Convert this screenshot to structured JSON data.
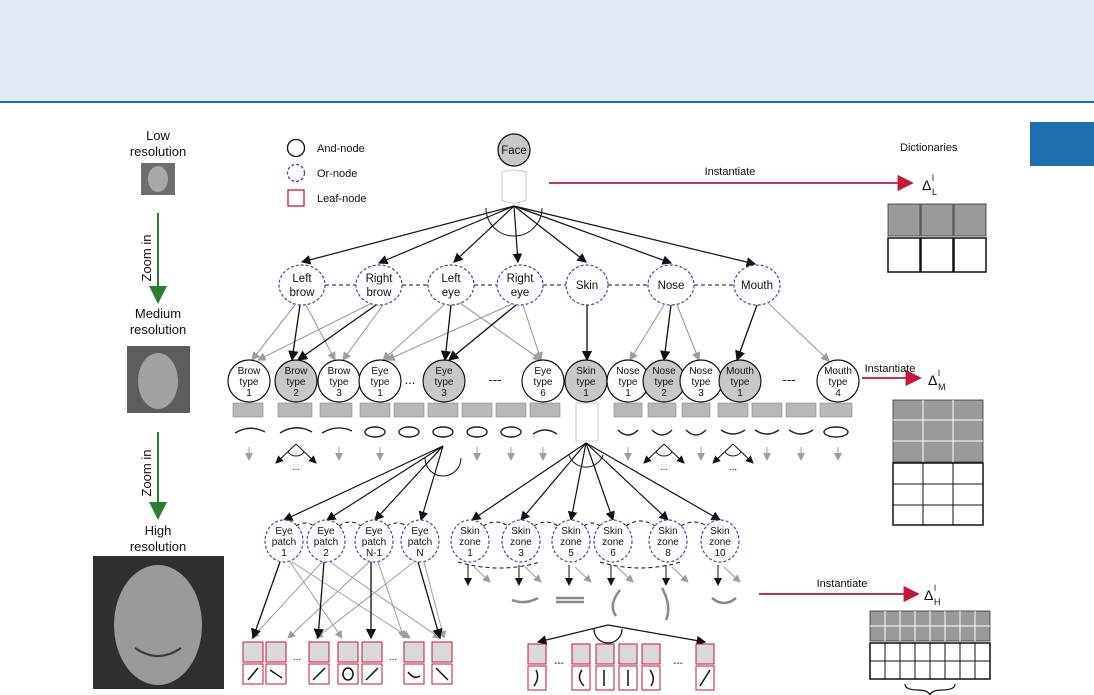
{
  "resolution_labels": {
    "low_line1": "Low",
    "low_line2": "resolution",
    "medium_line1": "Medium",
    "medium_line2": "resolution",
    "high_line1": "High",
    "high_line2": "resolution",
    "zoom_label": "Zoom in"
  },
  "legend": {
    "and_node": "And-node",
    "or_node": "Or-node",
    "leaf_node": "Leaf-node"
  },
  "root": {
    "label": "Face"
  },
  "dictionaries": {
    "title": "Dictionaries",
    "instantiate": "Instantiate",
    "delta_symbol": "Δ",
    "sup": "l",
    "sub_low": "L",
    "sub_medium": "M",
    "sub_high": "H"
  },
  "or_nodes_level1": [
    {
      "line1": "Left",
      "line2": "brow"
    },
    {
      "line1": "Right",
      "line2": "brow"
    },
    {
      "line1": "Left",
      "line2": "eye"
    },
    {
      "line1": "Right",
      "line2": "eye"
    },
    {
      "line1": "Skin",
      "line2": ""
    },
    {
      "line1": "Nose",
      "line2": ""
    },
    {
      "line1": "Mouth",
      "line2": ""
    }
  ],
  "and_nodes_level2": [
    {
      "line1": "Brow",
      "line2": "type",
      "line3": "1",
      "filled": false
    },
    {
      "line1": "Brow",
      "line2": "type",
      "line3": "2",
      "filled": true
    },
    {
      "line1": "Brow",
      "line2": "type",
      "line3": "3",
      "filled": false
    },
    {
      "line1": "Eye",
      "line2": "type",
      "line3": "1",
      "filled": false
    },
    {
      "line1": "Eye",
      "line2": "type",
      "line3": "3",
      "filled": true
    },
    {
      "line1": "Eye",
      "line2": "type",
      "line3": "6",
      "filled": false
    },
    {
      "line1": "Skin",
      "line2": "type",
      "line3": "1",
      "filled": true
    },
    {
      "line1": "Nose",
      "line2": "type",
      "line3": "1",
      "filled": false
    },
    {
      "line1": "Nose",
      "line2": "type",
      "line3": "2",
      "filled": true
    },
    {
      "line1": "Nose",
      "line2": "type",
      "line3": "3",
      "filled": false
    },
    {
      "line1": "Mouth",
      "line2": "type",
      "line3": "1",
      "filled": true
    },
    {
      "line1": "Mouth",
      "line2": "type",
      "line3": "4",
      "filled": false
    }
  ],
  "eye_patches": [
    {
      "line1": "Eye",
      "line2": "patch",
      "line3": "1"
    },
    {
      "line1": "Eye",
      "line2": "patch",
      "line3": "2"
    },
    {
      "line1": "Eye",
      "line2": "patch",
      "line3": "N-1"
    },
    {
      "line1": "Eye",
      "line2": "patch",
      "line3": "N"
    }
  ],
  "skin_zones": [
    {
      "line1": "Skin",
      "line2": "zone",
      "line3": "1"
    },
    {
      "line1": "Skin",
      "line2": "zone",
      "line3": "3"
    },
    {
      "line1": "Skin",
      "line2": "zone",
      "line3": "5"
    },
    {
      "line1": "Skin",
      "line2": "zone",
      "line3": "6"
    },
    {
      "line1": "Skin",
      "line2": "zone",
      "line3": "8"
    },
    {
      "line1": "Skin",
      "line2": "zone",
      "line3": "10"
    }
  ],
  "ellipsis": "...",
  "ellipsis_dashes": "---",
  "colors": {
    "header_band": "#dfeaf5",
    "header_line": "#1f6fb0",
    "or_node_border": "#5a3fa0",
    "leaf_border": "#c2183c",
    "instantiate_arrow": "#c2183c",
    "zoom_arrow": "#2e7d32",
    "and_node_fill": "#c8c8c8"
  }
}
